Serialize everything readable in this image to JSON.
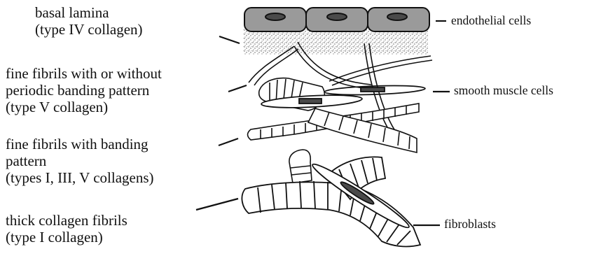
{
  "labels": {
    "basal_lamina": [
      "basal lamina",
      "(type IV collagen)"
    ],
    "fine_fibrils_periodic": [
      "fine fibrils with or without",
      "periodic banding pattern",
      "(type V collagen)"
    ],
    "fine_fibrils_banding": [
      "fine fibrils with banding",
      "pattern",
      "(types I, III, V collagens)"
    ],
    "thick_fibrils": [
      "thick collagen fibrils",
      "(type I collagen)"
    ],
    "endothelial": "endothelial cells",
    "smooth_muscle": "smooth muscle cells",
    "fibroblasts": "fibroblasts"
  },
  "colors": {
    "cell_fill": "#9a9a9a",
    "nucleus_fill": "#4a4a4a",
    "stroke": "#111111"
  }
}
